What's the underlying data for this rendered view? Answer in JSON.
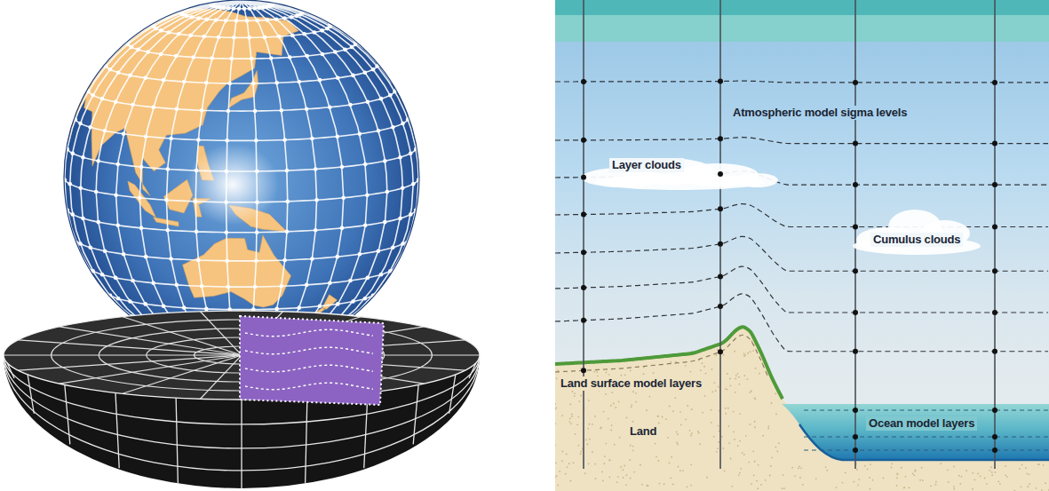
{
  "diagram": {
    "labels": [
      "Atmospheric model sigma levels",
      "Layer clouds",
      "Cumulus clouds",
      "Land surface model layers",
      "Land",
      "Ocean model layers"
    ]
  }
}
